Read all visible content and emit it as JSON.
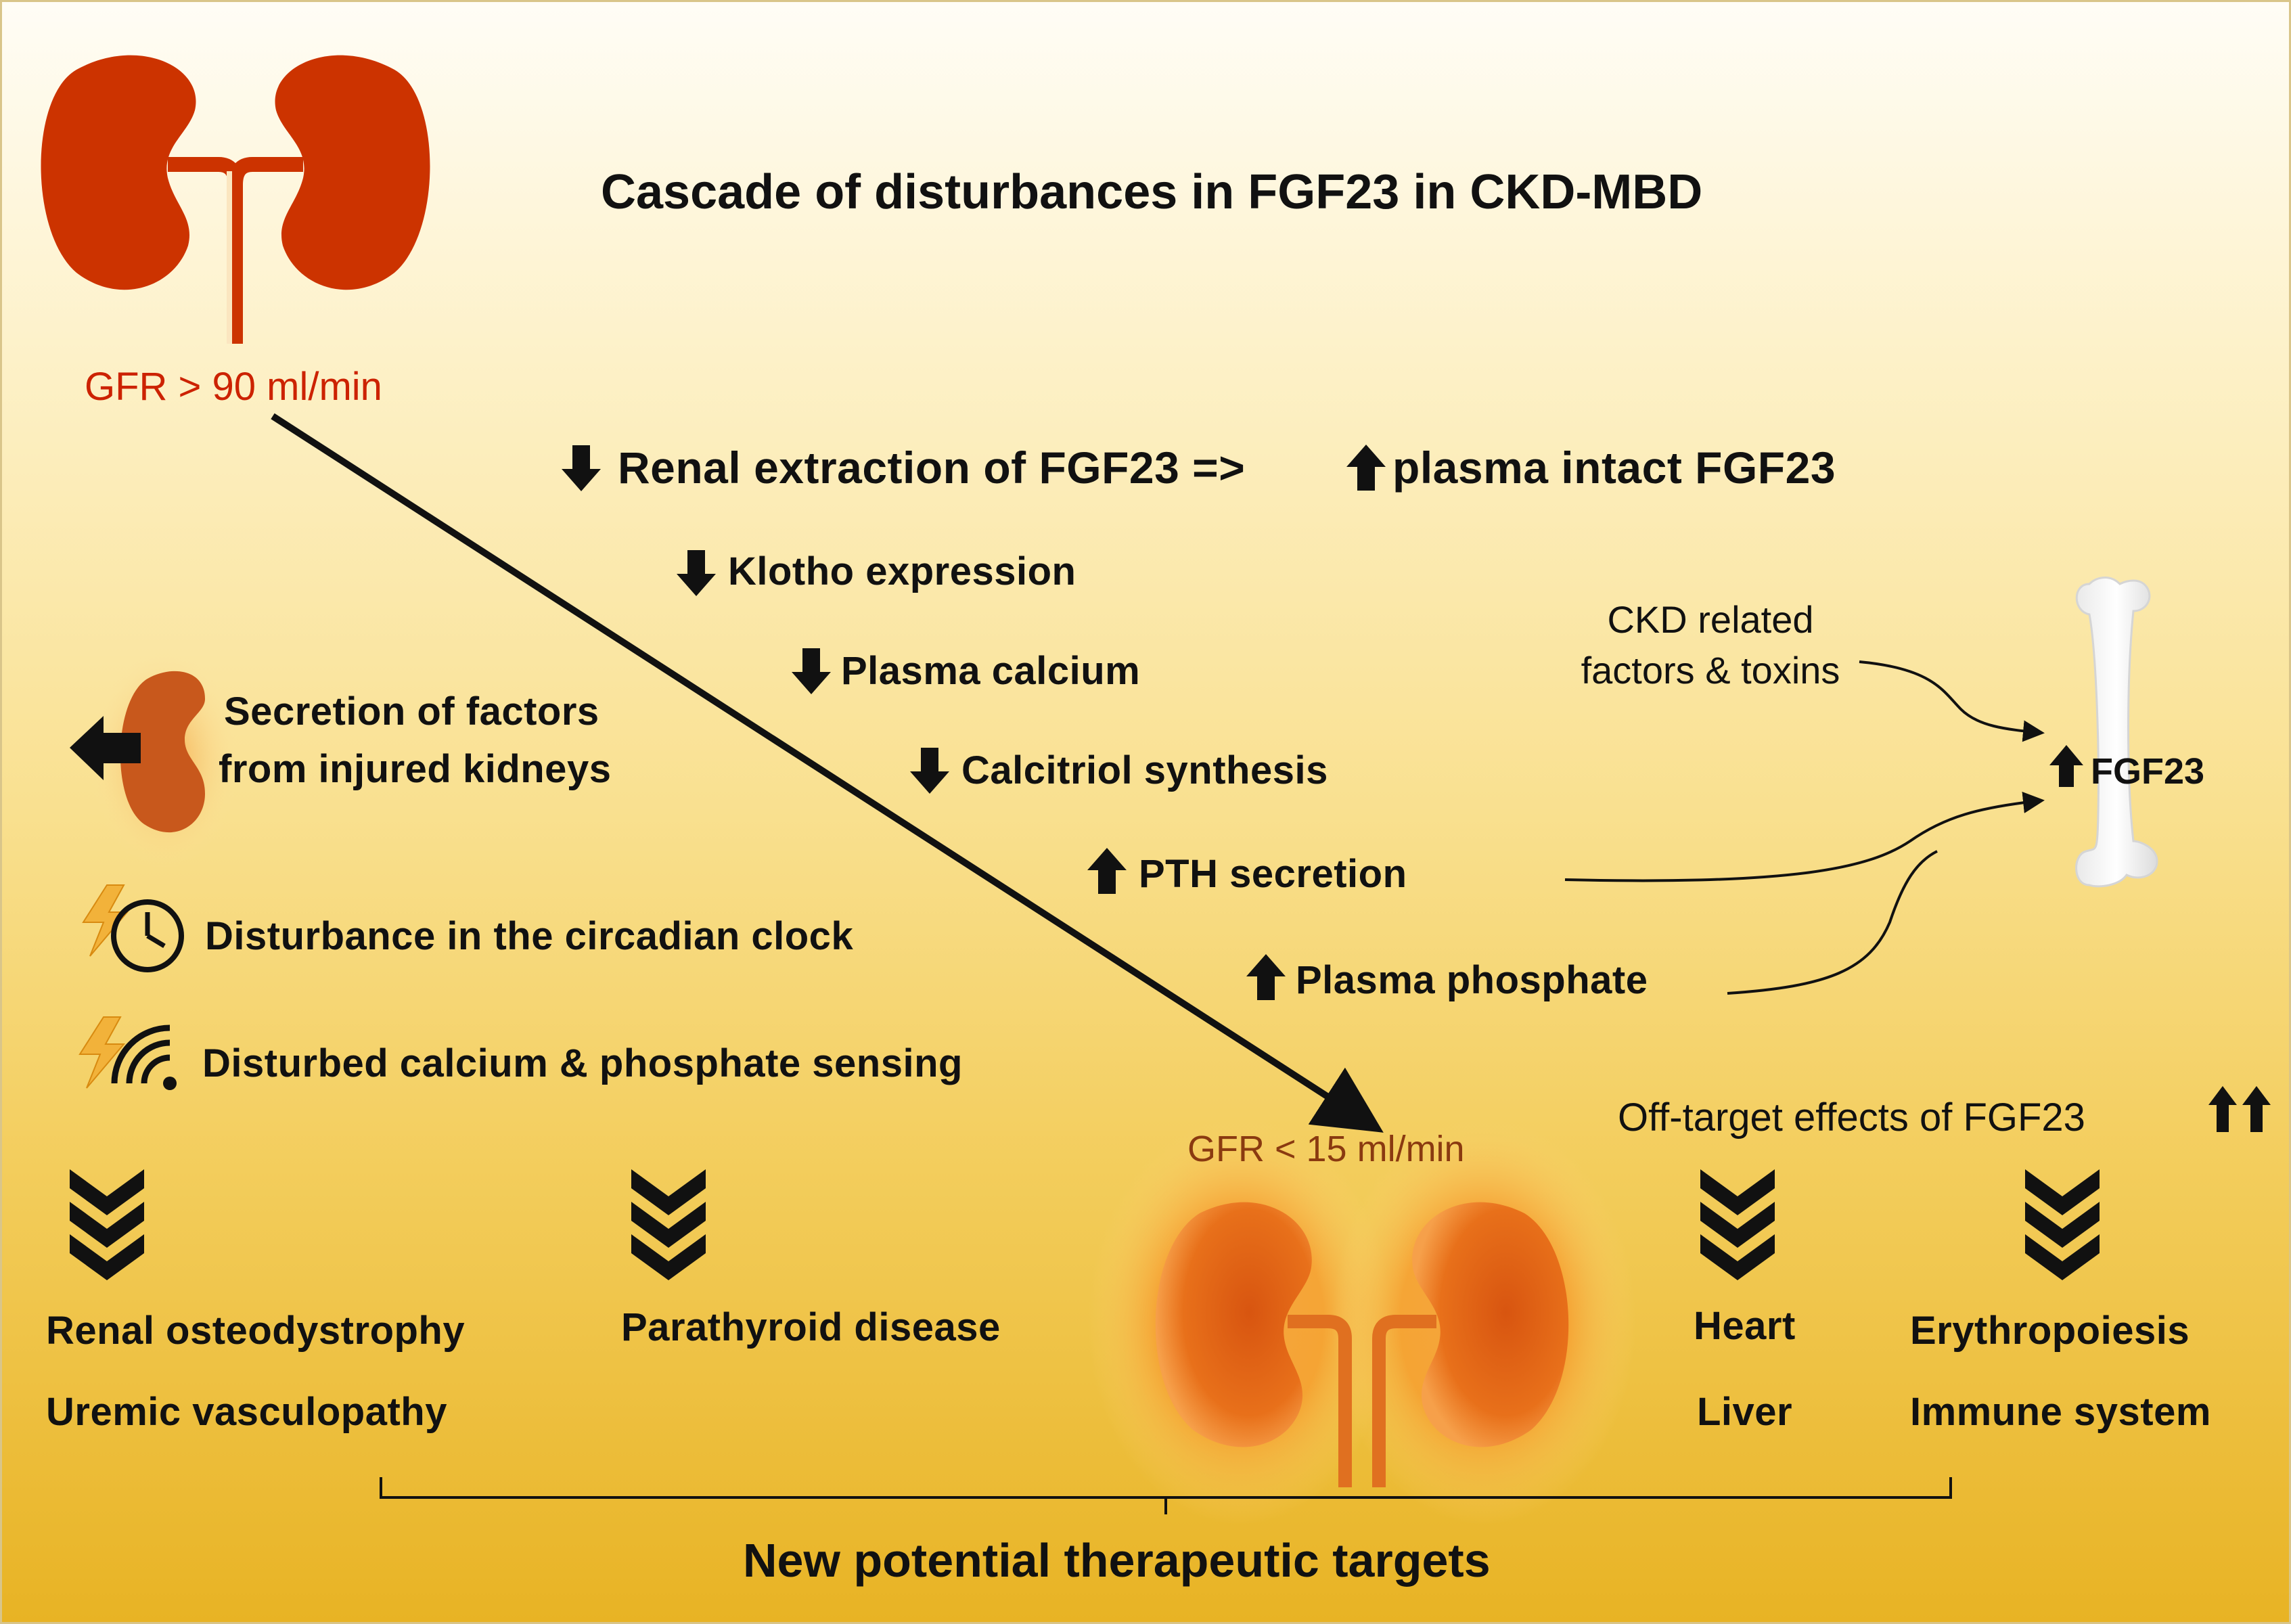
{
  "title": "Cascade of disturbances in FGF23 in CKD-MBD",
  "kidney_top": {
    "gfr_label": "GFR > 90 ml/min"
  },
  "kidney_bottom": {
    "gfr_label": "GFR  < 15 ml/min"
  },
  "cascade": {
    "renal_extraction": "Renal extraction of FGF23 =>",
    "plasma_intact": "plasma  intact FGF23",
    "klotho": "Klotho expression",
    "calcium": "Plasma calcium",
    "calcitriol": "Calcitriol synthesis",
    "pth": "PTH secretion",
    "phosphate": "Plasma phosphate"
  },
  "left_factors": {
    "secretion_line1": "Secretion of factors",
    "secretion_line2": "from injured kidneys",
    "circadian": "Disturbance  in the circadian clock",
    "sensing": "Disturbed  calcium & phosphate  sensing"
  },
  "bone": {
    "ckd_line1": "CKD  related",
    "ckd_line2": "factors & toxins",
    "fgf23": "FGF23"
  },
  "off_target": "Off-target  effects of FGF23",
  "outcomes": {
    "renal_osteo": "Renal osteodystrophy",
    "uremic": "Uremic vasculopathy",
    "parathyroid": "Parathyroid disease",
    "heart": "Heart",
    "liver": "Liver",
    "erythro": "Erythropoiesis",
    "immune": "Immune system"
  },
  "therapeutic_targets": "New potential therapeutic targets",
  "colors": {
    "kidney_top": "#cc3300",
    "kidney_glow": "#f07a1a",
    "gfr_top_text": "#cc2200",
    "gfr_bottom_text": "#8a3a10",
    "arrow": "#111111"
  },
  "icons": [
    "kidney-icon",
    "arrow-down-icon",
    "arrow-up-icon",
    "bone-icon",
    "lightning-icon",
    "clock-icon",
    "wifi-icon",
    "chevron-down-icon"
  ]
}
